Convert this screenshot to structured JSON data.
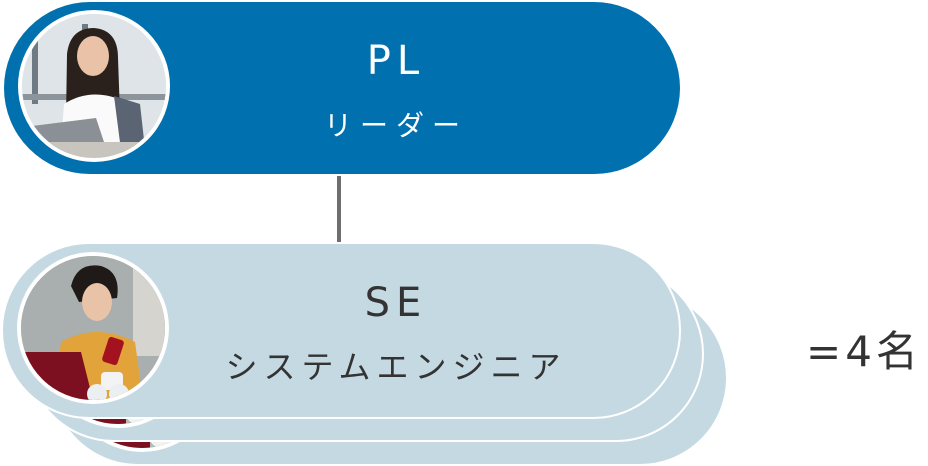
{
  "diagram": {
    "leader": {
      "role_code": "PL",
      "role_name": "リーダー",
      "avatar": "person-photo-icon",
      "color": "#0070ae"
    },
    "connector": {
      "color": "#6e6e6e"
    },
    "engineer": {
      "role_code": "SE",
      "role_name": "システムエンジニア",
      "avatar": "person-photo-icon",
      "color": "#c5d9e3",
      "stack_layers": 3
    },
    "count_label": "=4名"
  }
}
